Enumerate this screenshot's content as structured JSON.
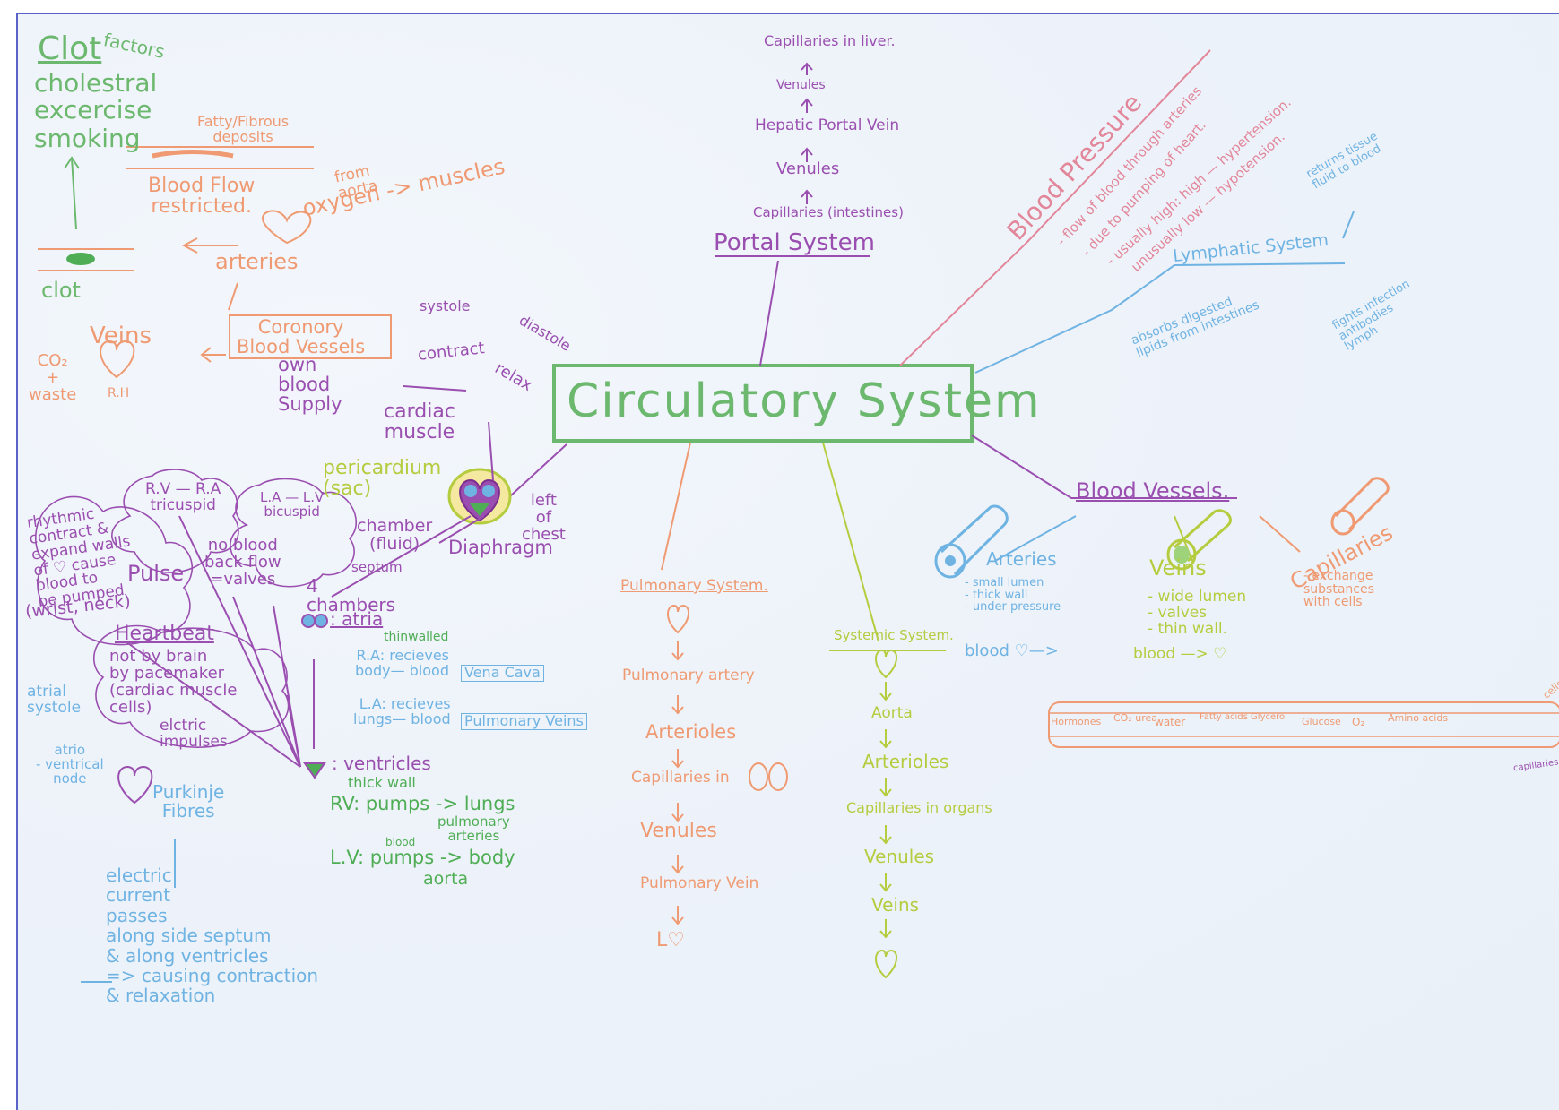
{
  "title": "Circulatory System",
  "colors": {
    "frame": "#5b63c9",
    "green": "#6cb86e",
    "orange": "#ef9a72",
    "purple": "#9a4fb0",
    "pink": "#e2869a",
    "blue": "#6fb3e3",
    "yellow": "#b5cc3f"
  },
  "clot": {
    "heading": "Clot",
    "factors": "factors",
    "items": [
      "cholestral",
      "excercise",
      "smoking"
    ],
    "fatty": "Fatty/Fibrous\ndeposits",
    "flow": "Blood Flow\nrestricted.",
    "clot_label": "clot",
    "arteries": "arteries",
    "from_aorta": "from\naorta",
    "oxygen": "oxygen -> muscles"
  },
  "coronary": {
    "vessels": "Coronory\nBlood Vessels",
    "veins": "Veins",
    "co2": "CO₂\n+\nwaste",
    "rh": "R.H",
    "own": "own\nblood\nSupply"
  },
  "heart": {
    "systole": "systole",
    "contract": "contract",
    "diastole": "diastole",
    "relax": "relax",
    "cardiac": "cardiac\nmuscle",
    "pericardium": "pericardium\n(sac)",
    "left_chest": "left\nof\nchest",
    "chamber": "chamber\n(fluid)",
    "diaphragm": "Diaphragm",
    "septum": "septum",
    "chambers": "4\nchambers",
    "atria": ": atria",
    "thin": "thinwalled",
    "ra": "R.A: recieves\nbody— blood",
    "vena": "Vena Cava",
    "la": "L.A: recieves\nlungs— blood",
    "pulm_veins": "Pulmonary Veins",
    "ventricles": ": ventricles",
    "thick": "thick wall",
    "rv": "RV: pumps -> lungs",
    "pulm_art": "pulmonary\narteries",
    "lv": "L.V: pumps -> body",
    "blood_word": "blood",
    "aorta": "aorta"
  },
  "valves": {
    "ry_ra": "R.V — R.A\ntricuspid",
    "la_lv": "L.A — L.V\nbicuspid",
    "noback": "no blood\nback flow\n=valves",
    "rhythmic": "rhythmic\ncontract &\nexpand walls\nof ♡ cause\nblood to\nbe pumped",
    "pulse": "Pulse",
    "wrist": "(wrist, neck)",
    "heartbeat": "Heartbeat",
    "brain": "not by brain\nby pacemaker\n(cardiac muscle\ncells)",
    "electric": "elctric\nimpulses",
    "atrial": "atrial\nsystole",
    "atrio": "atrio\n- ventrical\nnode",
    "purkinje": "Purkinje\nFibres",
    "current": "electric\ncurrent\npasses\nalong side septum\n& along ventricles\n=> causing contraction\n& relaxation"
  },
  "portal": {
    "title": "Portal System",
    "chain": [
      "Capillaries (intestines)",
      "Venules",
      "Hepatic Portal Vein",
      "Venules",
      "Capillaries in liver."
    ]
  },
  "pressure": {
    "title": "Blood Pressure",
    "lines": [
      "- flow of blood through arteries",
      "- due to pumping of heart.",
      "- usually high: high — hypertension.",
      "unusually low — hypotension."
    ]
  },
  "lymph": {
    "title": "Lymphatic System",
    "a": "absorbs digested\nlipids from intestines",
    "b": "returns tissue\nfluid to blood",
    "c": "fights infection\nantibodies\nlymph"
  },
  "vessels": {
    "title": "Blood Vessels.",
    "arteries": "Arteries",
    "art_notes": "- small lumen\n- thick wall\n- under pressure",
    "art_flow": "blood ♡—>",
    "veins": "Veins",
    "vein_notes": "- wide lumen\n- valves\n- thin wall.",
    "vein_flow": "blood —> ♡",
    "capillaries": "Capillaries",
    "cap_notes": "- exchange\nsubstances\nwith cells",
    "diffuse": [
      "Hormones",
      "CO₂ urea",
      "water",
      "Fatty acids Glycerol",
      "Glucose",
      "O₂",
      "Amino acids"
    ],
    "cells": "cells",
    "cap_label": "capillaries"
  },
  "pulmonary": {
    "title": "Pulmonary System.",
    "chain": [
      "Pulmonary artery",
      "Arterioles",
      "Capillaries in",
      "Venules",
      "Pulmonary Vein"
    ],
    "end": "L♡"
  },
  "systemic": {
    "title": "Systemic System.",
    "chain": [
      "Aorta",
      "Arterioles",
      "Capillaries in organs",
      "Venules",
      "Veins"
    ]
  }
}
